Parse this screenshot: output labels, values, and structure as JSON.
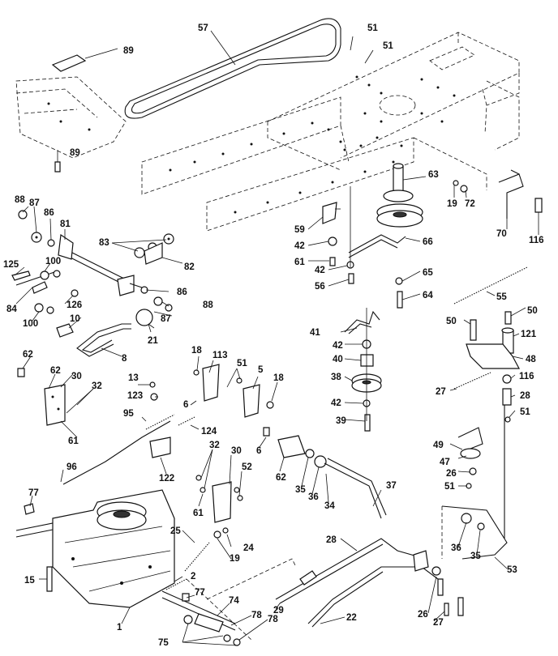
{
  "diagram": {
    "colors": {
      "ink": "#111111",
      "paper": "#ffffff"
    },
    "callouts": {
      "c57": "57",
      "c51a": "51",
      "c51b": "51",
      "c89a": "89",
      "c89b": "89",
      "c63": "63",
      "c19a": "19",
      "c72": "72",
      "c70": "70",
      "c116a": "116",
      "c88a": "88",
      "c87a": "87",
      "c86a": "86",
      "c81": "81",
      "c83": "83",
      "c82": "82",
      "c59": "59",
      "c42a": "42",
      "c61a": "61",
      "c42b": "42",
      "c56": "56",
      "c66": "66",
      "c65": "65",
      "c64": "64",
      "c55": "55",
      "c125": "125",
      "c100a": "100",
      "c84": "84",
      "c126": "126",
      "c100b": "100",
      "c10": "10",
      "c86b": "86",
      "c88b": "88",
      "c87b": "87",
      "c21": "21",
      "c8": "8",
      "c41": "41",
      "c42c": "42",
      "c40": "40",
      "c38": "38",
      "c42d": "42",
      "c39": "39",
      "c50a": "50",
      "c50b": "50",
      "c121": "121",
      "c48": "48",
      "c116b": "116",
      "c27a": "27",
      "c28": "28",
      "c51c": "51",
      "c62a": "62",
      "c62b": "62",
      "c30a": "30",
      "c32a": "32",
      "c61b": "61",
      "c18a": "18",
      "c113": "113",
      "c51d": "51",
      "c5": "5",
      "c18b": "18",
      "c13": "13",
      "c123": "123",
      "c6a": "6",
      "c6b": "6",
      "c95": "95",
      "c124": "124",
      "c122": "122",
      "c96": "96",
      "c32b": "32",
      "c30b": "30",
      "c52": "52",
      "c61c": "61",
      "c62c": "62",
      "c35a": "35",
      "c36a": "36",
      "c34": "34",
      "c37": "37",
      "c49": "49",
      "c47": "47",
      "c26a": "26",
      "c51e": "51",
      "c77a": "77",
      "c25": "25",
      "c19b": "19",
      "c24": "24",
      "c28b": "28",
      "c36b": "36",
      "c35b": "35",
      "c15": "15",
      "c2": "2",
      "c77b": "77",
      "c74": "74",
      "c29": "29",
      "c22": "22",
      "c26b": "26",
      "c27b": "27",
      "c53": "53",
      "c1": "1",
      "c78a": "78",
      "c78b": "78",
      "c75": "75"
    }
  }
}
